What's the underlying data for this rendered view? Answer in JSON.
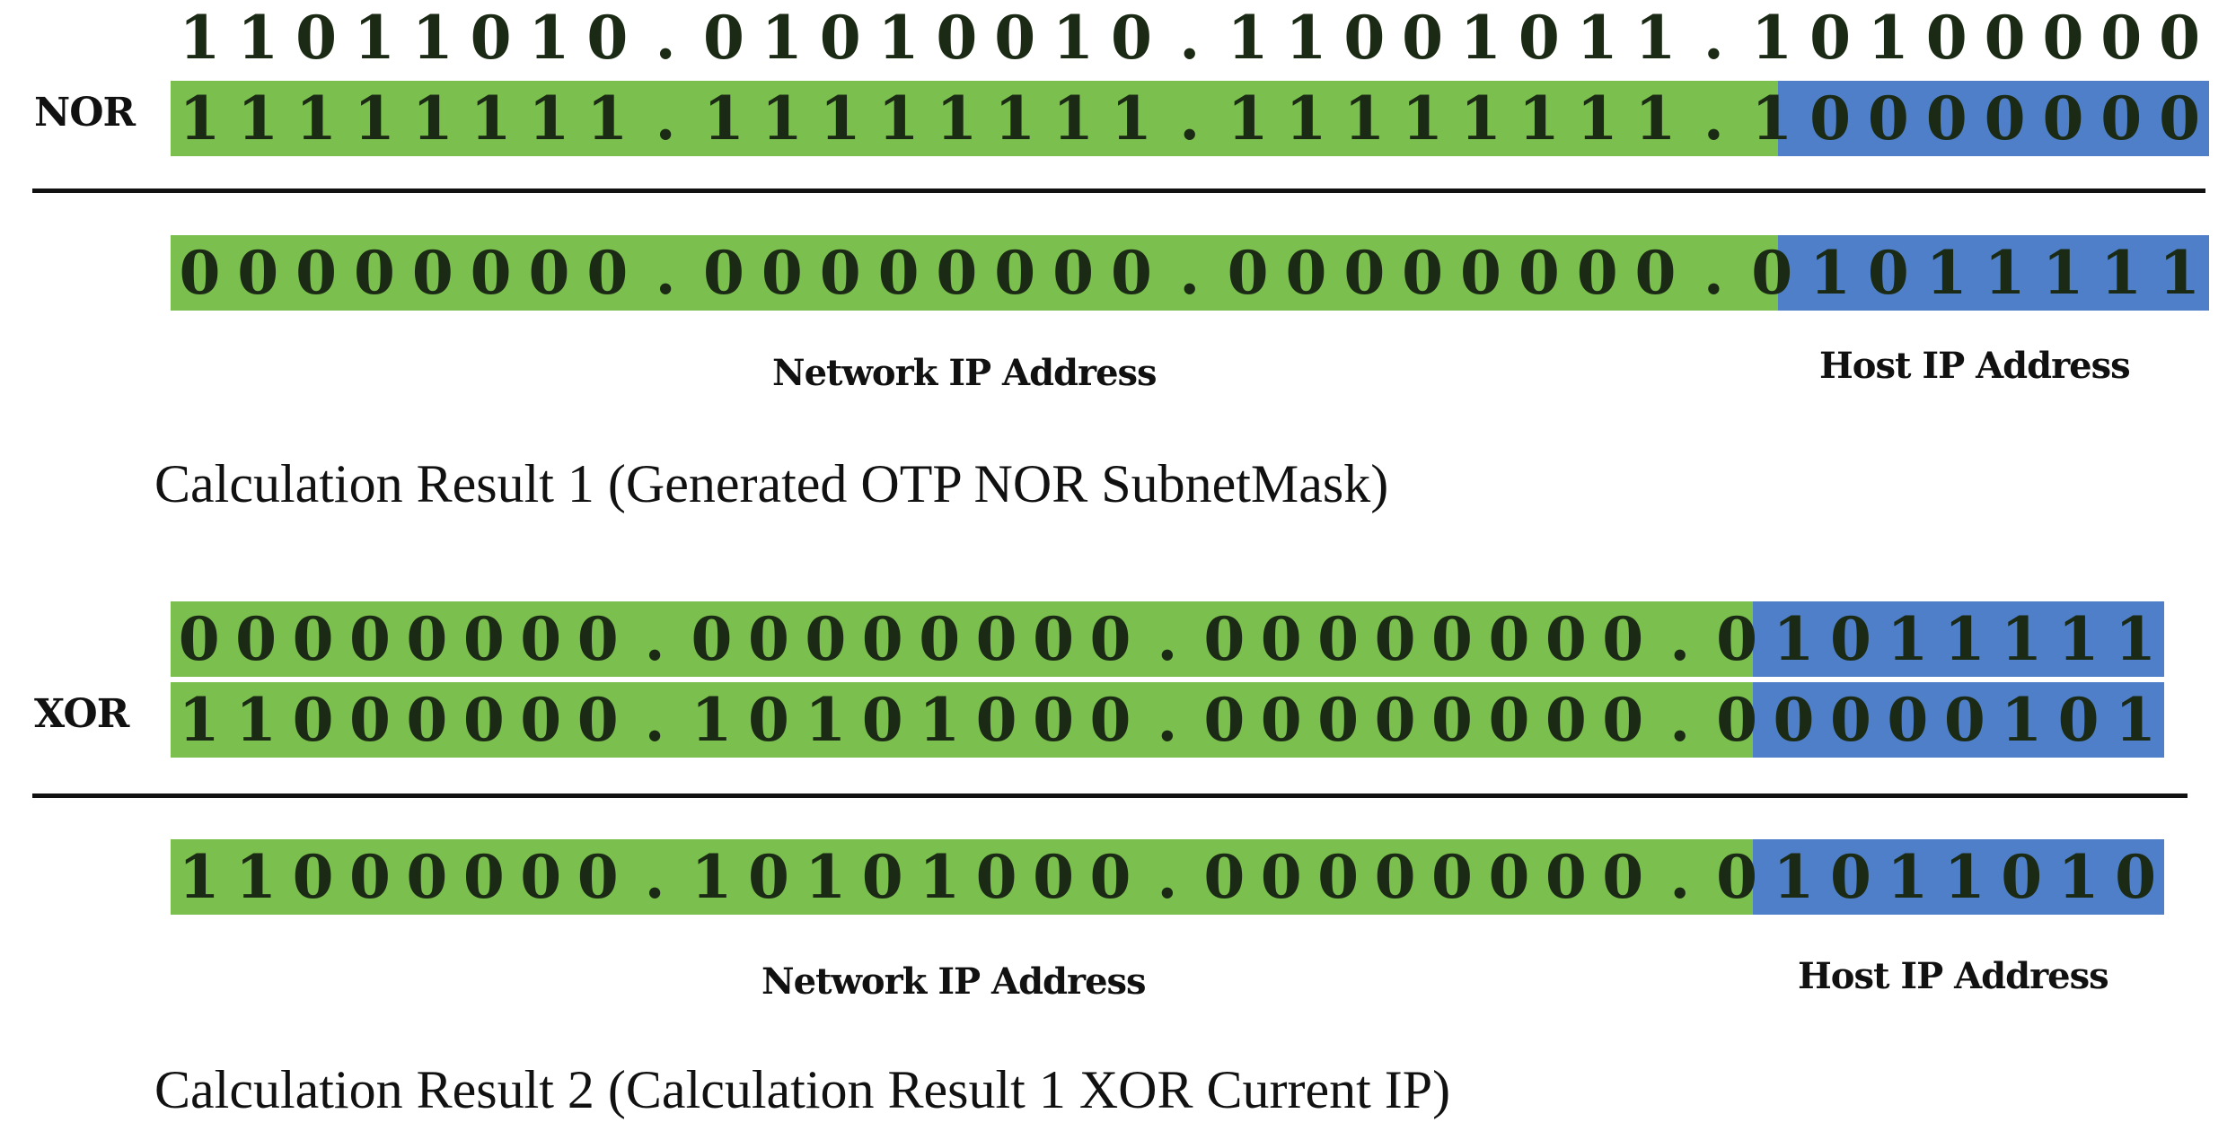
{
  "block1": {
    "input_bits": "11011010.01010010.11001011.10100000",
    "operator": "NOR",
    "operand_bits": "11111111.11111111.11111111.10000000",
    "result_bits": "00000000.00000000.00000000.01011111",
    "network_label": "Network IP Address",
    "host_label": "Host IP Address",
    "caption": "Calculation Result 1 (Generated OTP NOR SubnetMask)"
  },
  "block2": {
    "operand_a_bits": "00000000.00000000.00000000.01011111",
    "operator": "XOR",
    "operand_b_bits": "11000000.10101000.00000000.00000101",
    "result_bits": "11000000.10101000.00000000.01011010",
    "network_label": "Network IP Address",
    "host_label": "Host IP Address",
    "caption": "Calculation Result 2 (Calculation Result 1 XOR Current IP)"
  },
  "colors": {
    "network_segment": "#7bbf4f",
    "host_segment": "#4f7fc8",
    "rule": "#111111"
  }
}
